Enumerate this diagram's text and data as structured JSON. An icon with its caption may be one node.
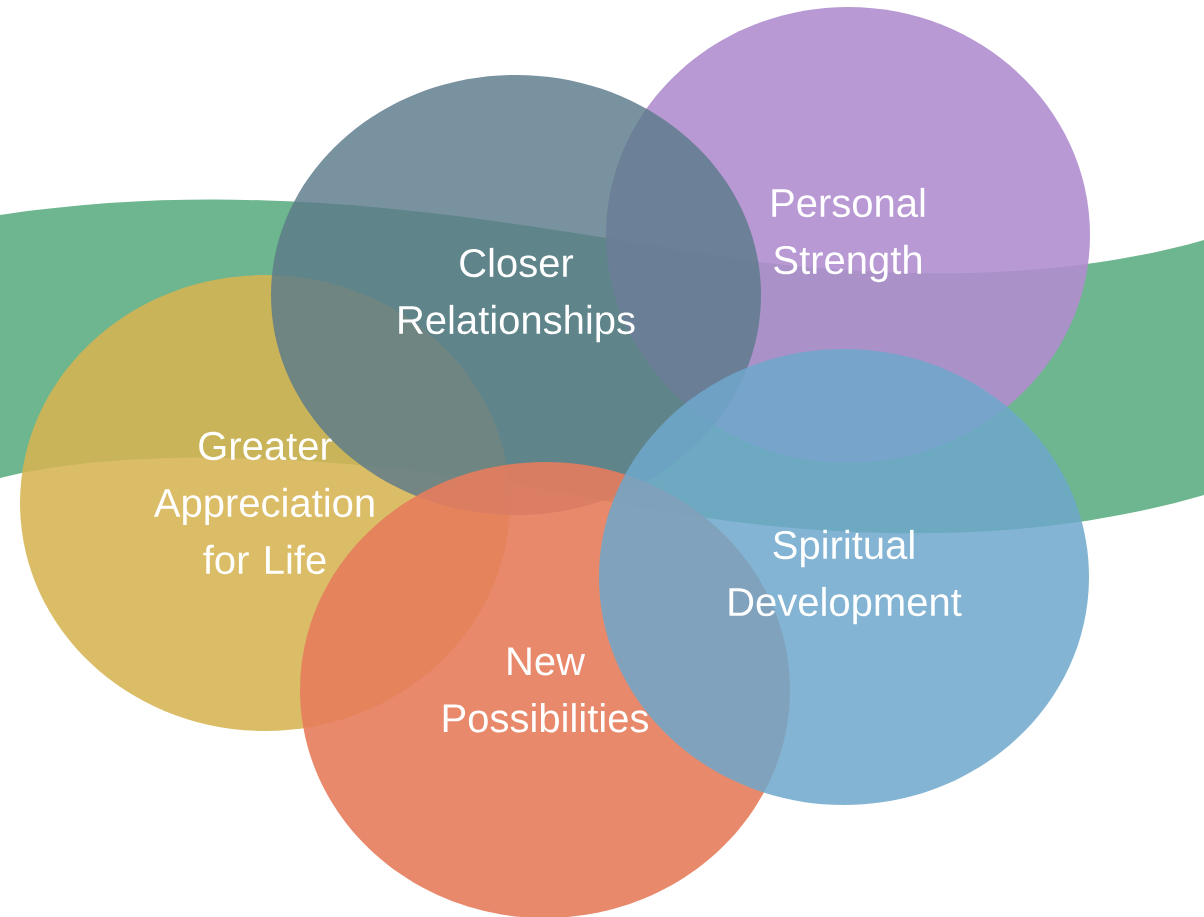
{
  "diagram": {
    "nodes": [
      {
        "text": [
          "Closer Relationships"
        ]
      },
      {
        "text": [
          "Personal Strength"
        ]
      },
      {
        "text": [
          "Greater Appreciation for Life"
        ]
      },
      {
        "text": [
          "Spiritual Development"
        ]
      },
      {
        "text": [
          "New Possibilities"
        ]
      }
    ]
  }
}
